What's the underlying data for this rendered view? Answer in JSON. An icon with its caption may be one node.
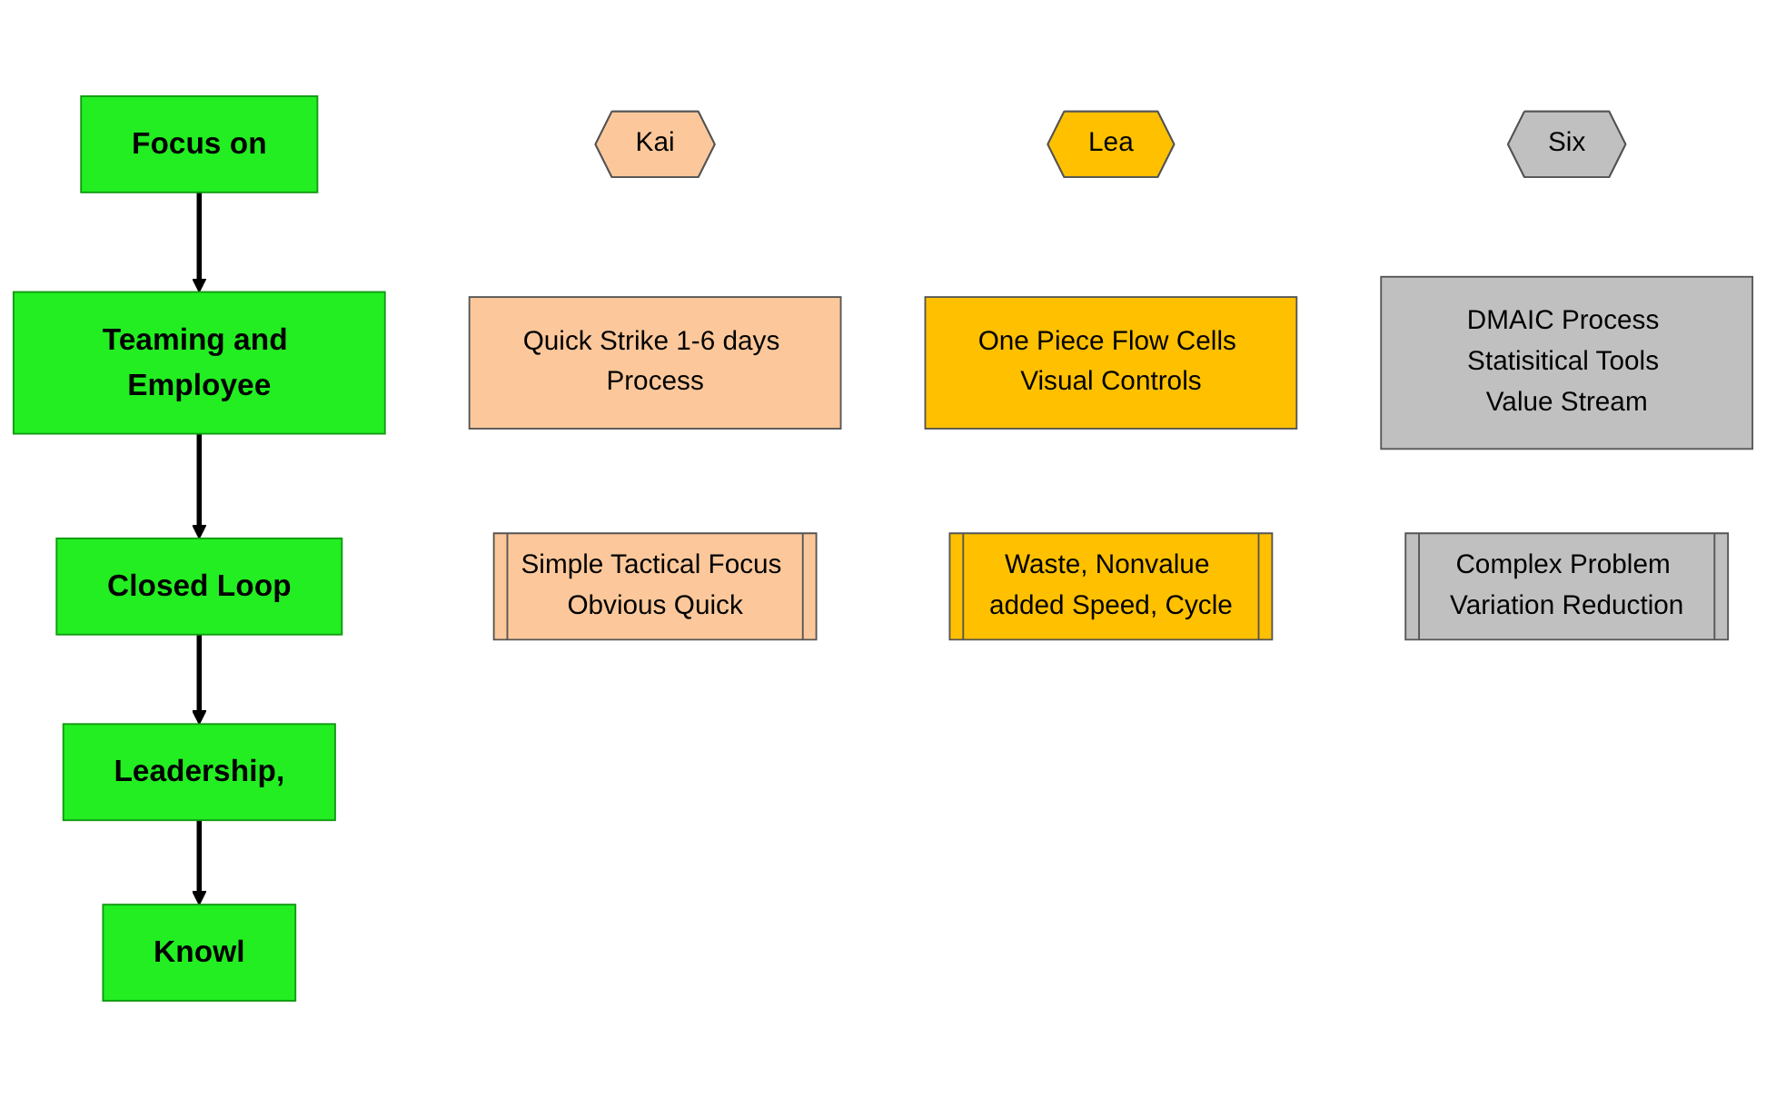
{
  "diagram": {
    "nodes": [
      {
        "text": [
          "Leadership,"
        ]
      },
      {
        "text": [
          "Knowl"
        ]
      },
      {
        "text": [
          "Kai"
        ]
      },
      {
        "text": [
          "Lea"
        ]
      },
      {
        "text": [
          "Six"
        ]
      },
      {
        "text": [
          "Quick Strike 1-6 days Process"
        ]
      },
      {
        "text": [
          "One Piece Flow Cells Visual Controls"
        ]
      },
      {
        "text": [
          "DMAIC Process Statisitical Tools Value Stream"
        ]
      },
      {
        "text": [
          "Focus on"
        ]
      },
      {
        "text": [
          "Closed Loop"
        ]
      },
      {
        "text": [
          "Simple Tactical Focus Obvious Quick"
        ]
      },
      {
        "text": [
          "Waste, Nonvalue added Speed, Cycle"
        ]
      },
      {
        "text": [
          "Complex Problem Variation Reduction"
        ]
      },
      {
        "text": [
          "Teaming and Employee"
        ]
      }
    ],
    "edges": [
      {
        "from": 0,
        "to": 1,
        "arrow": "to"
      },
      {
        "from": 8,
        "to": 13,
        "arrow": "to"
      },
      {
        "from": 13,
        "to": 9,
        "arrow": "to"
      },
      {
        "from": 9,
        "to": 0,
        "arrow": "to"
      }
    ]
  }
}
